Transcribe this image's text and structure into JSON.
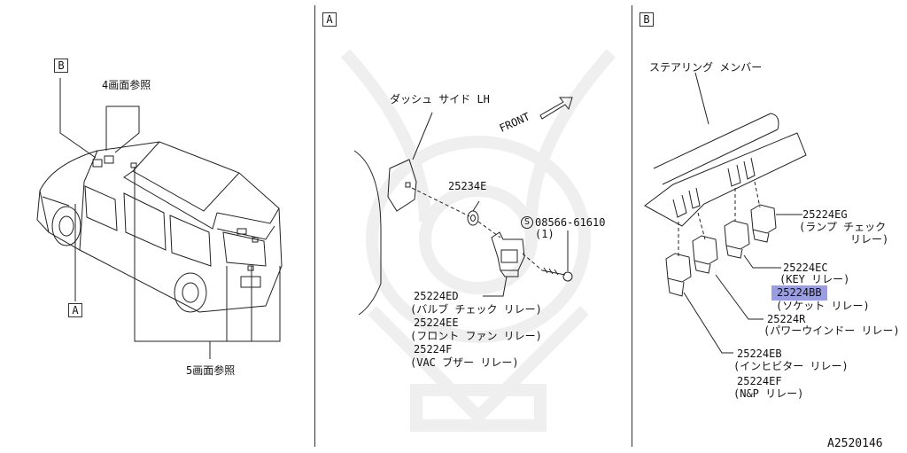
{
  "overview": {
    "callout_a": "A",
    "callout_b": "B",
    "ref_top": "4画面参照",
    "ref_bottom": "5画面参照"
  },
  "panel_a": {
    "tag": "A",
    "dash_side": "ダッシュ サイド LH",
    "front": "FRONT",
    "p_25234e": "25234E",
    "p_08566_mark": "S",
    "p_08566": "08566-61610",
    "p_08566_qty": "(1)",
    "p_25224ed": "25224ED",
    "p_25224ed_desc": "(バルブ チェック リレー)",
    "p_25224ee": "25224EE",
    "p_25224ee_desc": "(フロント ファン リレー)",
    "p_25224f": "25224F",
    "p_25224f_desc": "(VAC ブザー リレー)"
  },
  "panel_b": {
    "tag": "B",
    "steering_member": "ステアリング メンバー",
    "p_25224eg": "25224EG",
    "p_25224eg_desc1": "(ランプ チェック",
    "p_25224eg_desc2": "リレー)",
    "p_25224ec": "25224EC",
    "p_25224ec_desc": "(KEY リレー)",
    "p_25224bb": "25224BB",
    "p_25224bb_desc": "(ソケット リレー)",
    "p_25224r": "25224R",
    "p_25224r_desc": "(パワーウインドー リレー)",
    "p_25224eb": "25224EB",
    "p_25224eb_desc": "(インヒビター リレー)",
    "p_25224ef": "25224EF",
    "p_25224ef_desc": "(N&P リレー)",
    "drawing_no": "A2520146"
  },
  "colors": {
    "highlight": "#9a9ee0",
    "line": "#222222"
  }
}
